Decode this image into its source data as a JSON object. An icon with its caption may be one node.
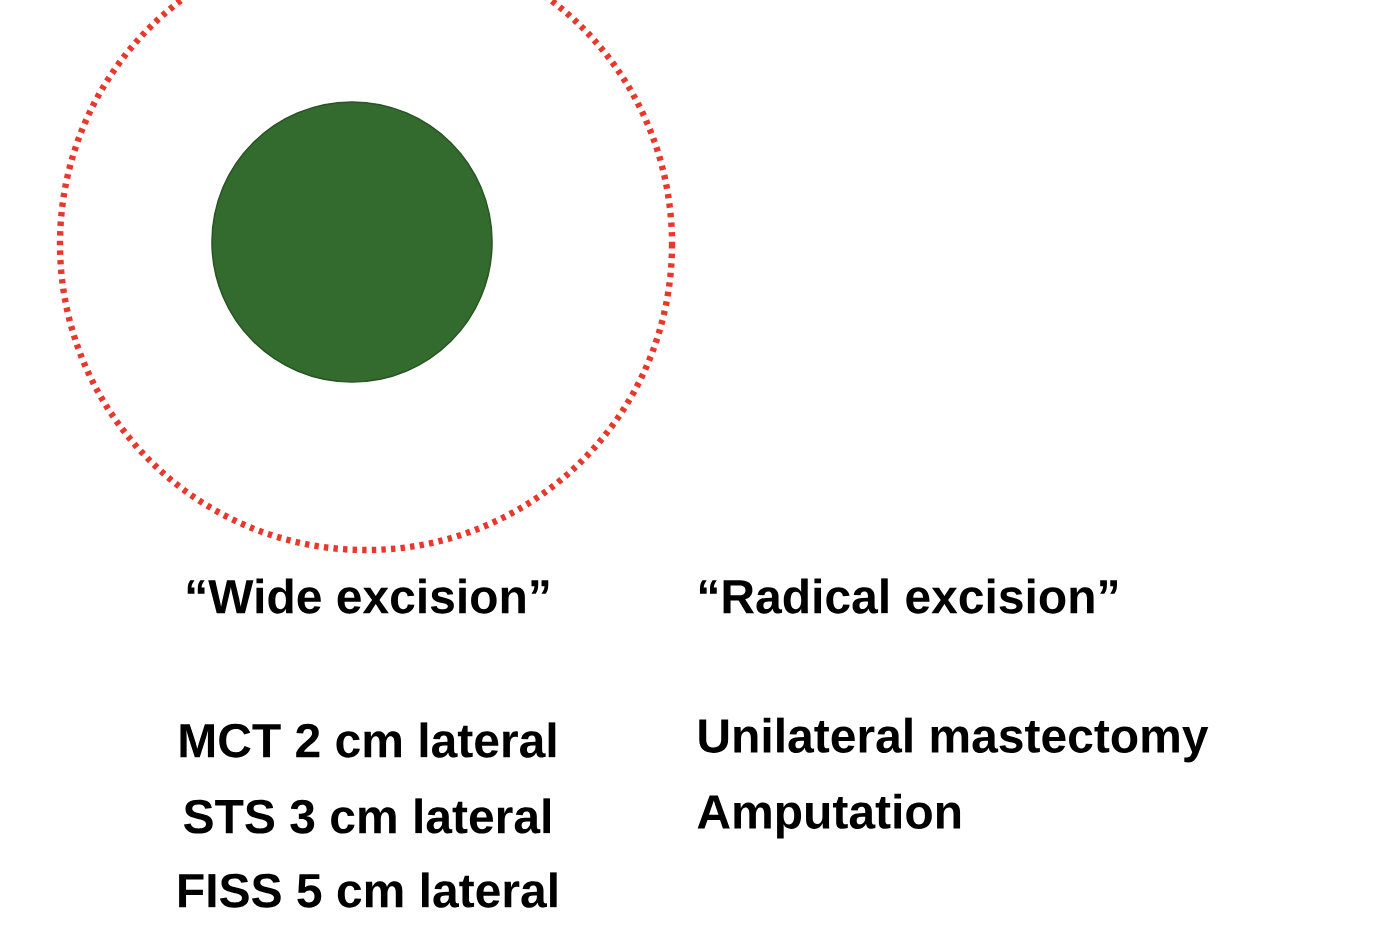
{
  "diagram": {
    "labels": [
      "“Wide excision”",
      "“Radical excision”",
      "MCT 2 cm lateral",
      "Unilateral mastectomy",
      "STS 3 cm lateral",
      "Amputation",
      "FISS 5 cm lateral"
    ]
  }
}
